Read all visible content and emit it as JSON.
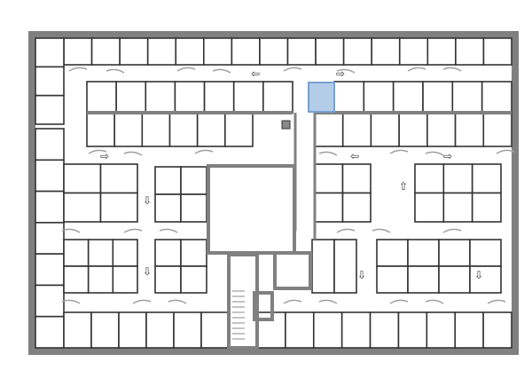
{
  "floor_plan": {
    "outer_wall_color": "#808080",
    "wall_color": "#333333",
    "door_swing_color": "#a0a0a0",
    "room_fill": "#ffffff",
    "highlight_fill": "#b3cde8",
    "highlight_stroke": "#7a9fcf",
    "arrows": [
      "left",
      "right",
      "right",
      "down",
      "left",
      "right",
      "up",
      "down",
      "down",
      "down"
    ]
  }
}
